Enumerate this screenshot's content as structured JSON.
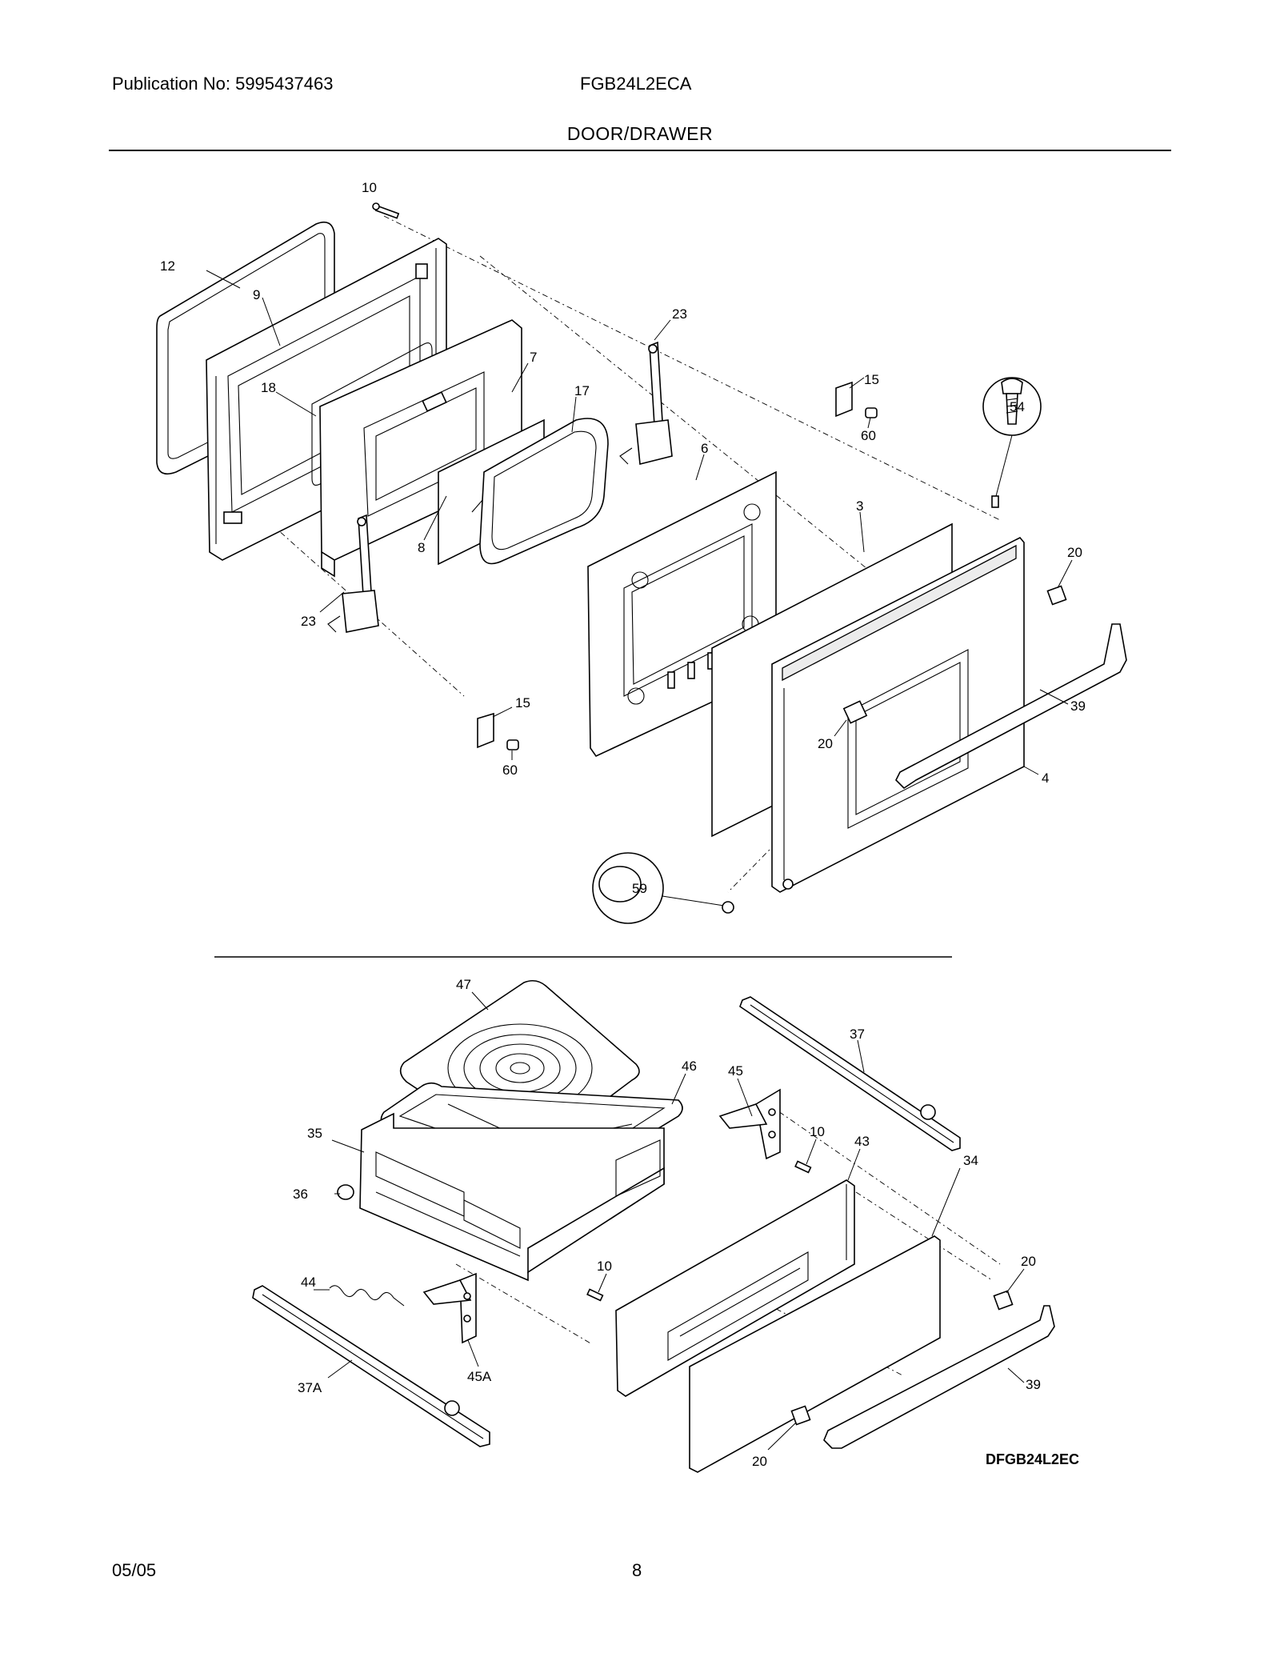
{
  "header": {
    "publication": "Publication No: 5995437463",
    "model": "FGB24L2ECA",
    "section_title": "DOOR/DRAWER"
  },
  "footer": {
    "date": "05/05",
    "page": "8"
  },
  "diagram_code": "DFGB24L2EC",
  "callouts": {
    "c10a": "10",
    "c12": "12",
    "c9": "9",
    "c18": "18",
    "c7": "7",
    "c17": "17",
    "c8": "8",
    "c23a": "23",
    "c23b": "23",
    "c15a": "15",
    "c60a": "60",
    "c54": "54",
    "c6": "6",
    "c3": "3",
    "c20a": "20",
    "c39a": "39",
    "c20b": "20",
    "c4": "4",
    "c15b": "15",
    "c60b": "60",
    "c59": "59",
    "c47": "47",
    "c46": "46",
    "c45": "45",
    "c37": "37",
    "c35": "35",
    "c10b": "10",
    "c43": "43",
    "c36": "36",
    "c34": "34",
    "c10c": "10",
    "c20c": "20",
    "c44": "44",
    "c45a": "45A",
    "c37a": "37A",
    "c39b": "39",
    "c20d": "20"
  }
}
